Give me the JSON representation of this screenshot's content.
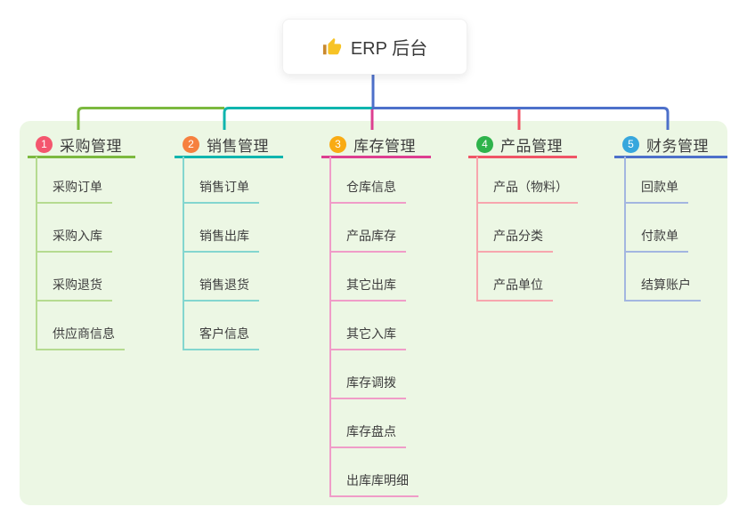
{
  "root": {
    "icon": "thumbs-up-icon",
    "label": "ERP 后台"
  },
  "branches": [
    {
      "index": "1",
      "label": "采购管理",
      "badge_color": "#f4566e",
      "line_color": "#7cb93f",
      "light_line_color": "#b5db90",
      "children": [
        "采购订单",
        "采购入库",
        "采购退货",
        "供应商信息"
      ]
    },
    {
      "index": "2",
      "label": "销售管理",
      "badge_color": "#f6803f",
      "line_color": "#0fb5ae",
      "light_line_color": "#83d6cf",
      "children": [
        "销售订单",
        "销售出库",
        "销售退货",
        "客户信息"
      ]
    },
    {
      "index": "3",
      "label": "库存管理",
      "badge_color": "#f9ab13",
      "line_color": "#dd3f90",
      "light_line_color": "#f09cc8",
      "children": [
        "仓库信息",
        "产品库存",
        "其它出库",
        "其它入库",
        "库存调拨",
        "库存盘点",
        "出库库明细"
      ]
    },
    {
      "index": "4",
      "label": "产品管理",
      "badge_color": "#2eb34b",
      "line_color": "#f05566",
      "light_line_color": "#f7a6ae",
      "children": [
        "产品（物料）",
        "产品分类",
        "产品单位"
      ]
    },
    {
      "index": "5",
      "label": "财务管理",
      "badge_color": "#37a7dd",
      "line_color": "#4d70ca",
      "light_line_color": "#a3b6e0",
      "children": [
        "回款单",
        "付款单",
        "结算账户"
      ]
    }
  ],
  "colors": {
    "panel_background": "#ecf7e4",
    "root_connector": "#4d70ca",
    "thumb_hand": "#f7c325",
    "thumb_sleeve": "#c9882d"
  }
}
